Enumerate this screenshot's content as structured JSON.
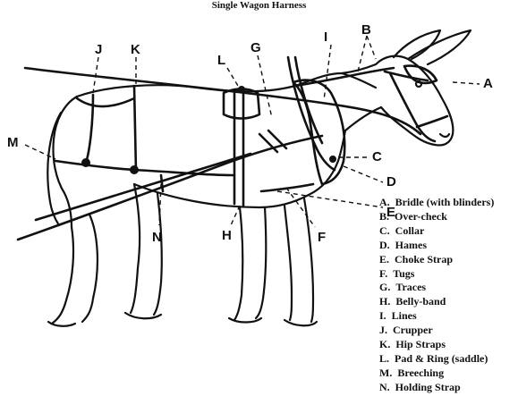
{
  "title": "Single Wagon Harness",
  "callouts": [
    {
      "letter": "A"
    },
    {
      "letter": "B"
    },
    {
      "letter": "C"
    },
    {
      "letter": "D"
    },
    {
      "letter": "E"
    },
    {
      "letter": "F"
    },
    {
      "letter": "G"
    },
    {
      "letter": "H"
    },
    {
      "letter": "I"
    },
    {
      "letter": "J"
    },
    {
      "letter": "K"
    },
    {
      "letter": "L"
    },
    {
      "letter": "M"
    },
    {
      "letter": "N"
    }
  ],
  "legend": [
    {
      "code": "A.",
      "label": "Bridle (with blinders)"
    },
    {
      "code": "B.",
      "label": "Over-check"
    },
    {
      "code": "C.",
      "label": "Collar"
    },
    {
      "code": "D.",
      "label": "Hames"
    },
    {
      "code": "E.",
      "label": "Choke Strap"
    },
    {
      "code": "F.",
      "label": "Tugs"
    },
    {
      "code": "G.",
      "label": "Traces"
    },
    {
      "code": "H.",
      "label": "Belly-band"
    },
    {
      "code": "I.",
      "label": "Lines"
    },
    {
      "code": "J.",
      "label": "Crupper"
    },
    {
      "code": "K.",
      "label": "Hip Straps"
    },
    {
      "code": "L.",
      "label": "Pad & Ring (saddle)"
    },
    {
      "code": "M.",
      "label": "Breeching"
    },
    {
      "code": "N.",
      "label": "Holding Strap"
    }
  ]
}
